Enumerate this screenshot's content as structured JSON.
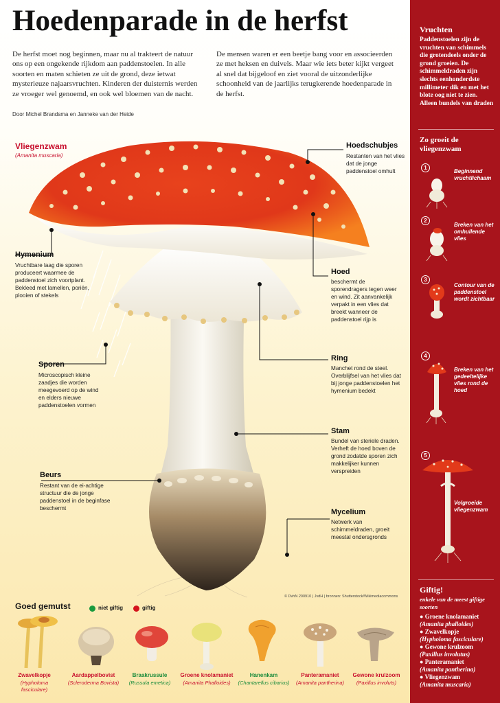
{
  "title": "Hoedenparade in de herfst",
  "intro": {
    "left": "De herfst moet nog beginnen, maar nu al trakteert de natuur ons op een ongekende rijkdom aan paddenstoelen. In alle soorten en maten schieten ze uit de grond, deze ietwat mysterieuze najaarsvruchten. Kinderen der duisternis werden ze vroeger wel genoemd, en ook wel bloemen van de nacht.",
    "right": "De mensen waren er een beetje bang voor en associeerden ze met heksen en duivels. Maar wie iets beter kijkt vergeet al snel dat bijgeloof en ziet vooral de uitzonderlijke schoonheid van de jaarlijks terugkerende hoedenparade in de herfst.",
    "byline": "Door Michel Brandsma en Janneke van der Heide"
  },
  "main_label": {
    "name": "Vliegenzwam",
    "scientific": "(Amanita muscaria)"
  },
  "labels": {
    "hoedschubjes": {
      "title": "Hoedschubjes",
      "body": "Restanten van het vlies dat de jonge paddenstoel omhult"
    },
    "hymenium": {
      "title": "Hymenium",
      "body": "Vruchtbare laag die sporen produceert waarmee de paddenstoel zich voortplant. Bekleed met lamellen, poriën, plooien of stekels"
    },
    "hoed": {
      "title": "Hoed",
      "body": "beschermt de sporendragers tegen weer en wind. Zit aanvankelijk verpakt in een vlies dat breekt wanneer de paddenstoel rijp is"
    },
    "sporen": {
      "title": "Sporen",
      "body": "Microscopisch kleine zaadjes die worden meegevoerd op de wind en elders nieuwe paddenstoelen vormen"
    },
    "ring": {
      "title": "Ring",
      "body": "Manchet rond de steel. Overblijfsel van het vlies dat bij jonge paddenstoelen het hymenium bedekt"
    },
    "stam": {
      "title": "Stam",
      "body": "Bundel van steriele draden. Verheft de hoed boven de grond zodatde sporen zich makkelijker kunnen verspreiden"
    },
    "beurs": {
      "title": "Beurs",
      "body": "Restant van de ei-achtige structuur die de jonge paddenstoel in de beginfase beschermt"
    },
    "mycelium": {
      "title": "Mycelium",
      "body": "Netwerk van schimmeldraden, groeit meestal ondersgronds"
    }
  },
  "credit": "© DvhN 200910 | JvdH | bronnen: Shutterstock/Wikimediacommons",
  "goed_gemutst": {
    "title": "Goed gemutst",
    "legend": {
      "safe": "niet giftig",
      "toxic": "giftig",
      "safe_color": "#1a9a3e",
      "toxic_color": "#d4141c"
    },
    "mushrooms": [
      {
        "name": "Zwavelkopje",
        "scientific": "(Hypholoma fasciculare)",
        "toxic": true
      },
      {
        "name": "Aardappelbovist",
        "scientific": "(Scleroderma Bovista)",
        "toxic": true
      },
      {
        "name": "Braakrussule",
        "scientific": "(Russula emetica)",
        "toxic": false
      },
      {
        "name": "Groene knolamaniet",
        "scientific": "(Amanita Phalloides)",
        "toxic": true
      },
      {
        "name": "Hanenkam",
        "scientific": "(Chantarellus cibarius)",
        "toxic": false
      },
      {
        "name": "Panteramaniet",
        "scientific": "(Amanita pantherina)",
        "toxic": true
      },
      {
        "name": "Gewone krulzoom",
        "scientific": "(Paxillus involuts)",
        "toxic": true
      }
    ]
  },
  "sidebar": {
    "vruchten_title": "Vruchten",
    "vruchten_text": "Paddenstoelen zijn de vruchten van schimmels die grotendeels onder de grond groeien. De schimmeldraden zijn slechts eenhonderdste millimeter dik en met het blote oog niet te zien. Alleen bundels van draden",
    "steps_title": "Zo groeit de vliegenzwam",
    "steps": [
      {
        "num": "1",
        "caption": "Beginnend vruchtlichaam"
      },
      {
        "num": "2",
        "caption": "Breken van het omhullende vlies"
      },
      {
        "num": "3",
        "caption": "Contour van de paddenstoel wordt zichtbaar"
      },
      {
        "num": "4",
        "caption": "Breken van het gedeeltelijke vlies rond de hoed"
      },
      {
        "num": "5",
        "caption": "Volgroeide vliegenzwam"
      }
    ],
    "giftig_title": "Giftig!",
    "giftig_sub": "enkele van de meest giftige soorten",
    "giftig_list": [
      {
        "name": "Groene knolamaniet",
        "scientific": "(Amanita phalloides)"
      },
      {
        "name": "Zwavelkopje",
        "scientific": "(Hypholoma fasciculare)"
      },
      {
        "name": "Gewone krulzoom",
        "scientific": "(Paxillus involutus)"
      },
      {
        "name": "Panteramaniet",
        "scientific": "(Amanita pantherina)"
      },
      {
        "name": "Vliegenzwam",
        "scientific": "(Amanita muscaria)"
      }
    ],
    "colors": {
      "background": "#a8141c",
      "cap_red": "#e23a1a",
      "cap_orange": "#f07a22"
    }
  }
}
